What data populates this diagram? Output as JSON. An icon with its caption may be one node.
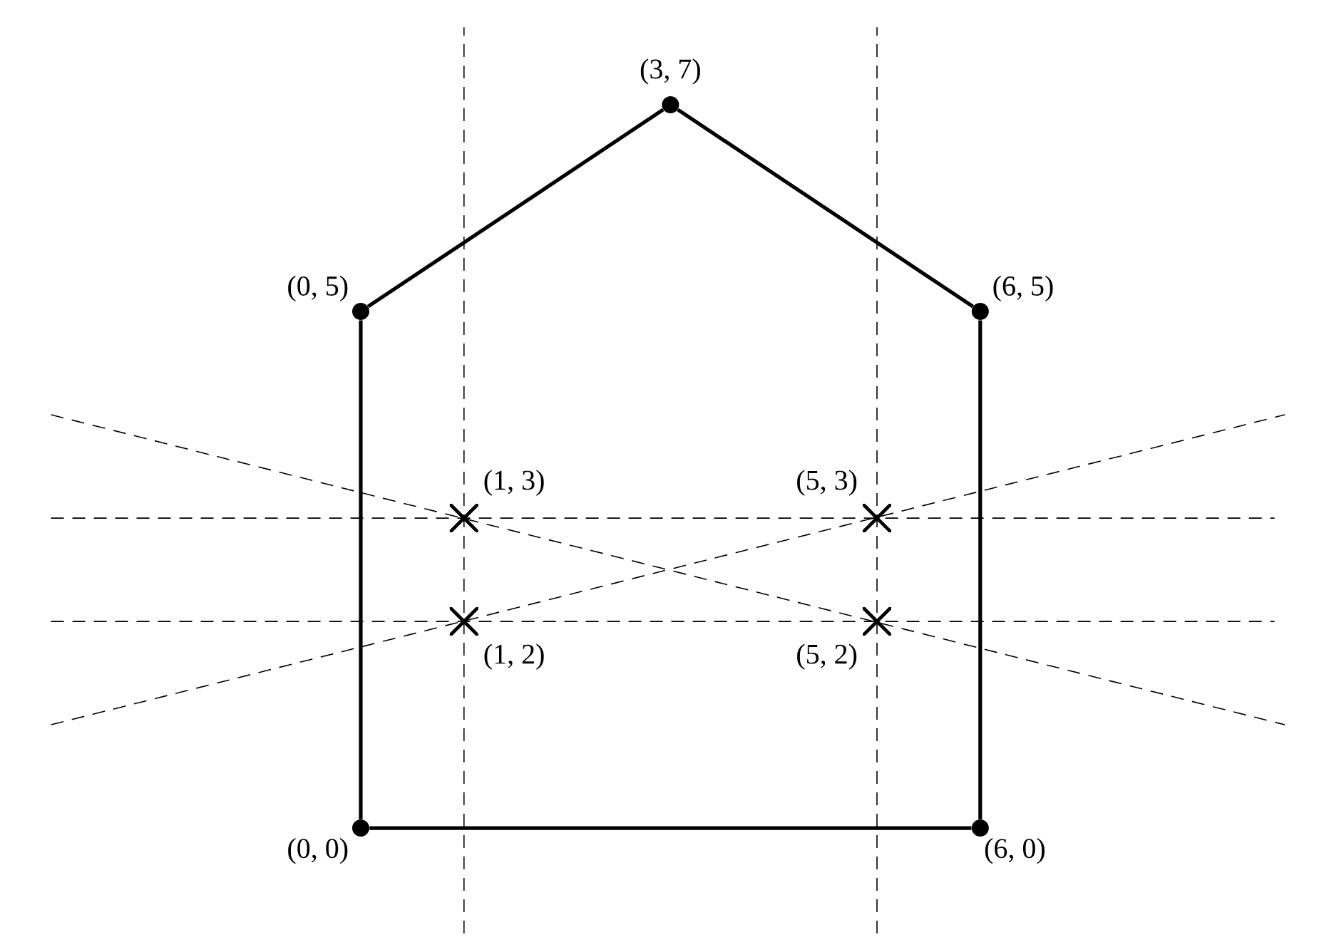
{
  "diagram": {
    "nodes": [
      {
        "text": [],
        "shape": "circle",
        "beside": [
          "(3, 7)"
        ]
      },
      {
        "text": [],
        "shape": "circle",
        "beside": [
          "(0, 5)"
        ]
      },
      {
        "text": [],
        "shape": "circle",
        "beside": [
          "(6, 5)"
        ]
      },
      {
        "text": [],
        "shape": "cross",
        "beside": [
          "(1, 3)"
        ]
      },
      {
        "text": [],
        "shape": "cross",
        "beside": [
          "(5, 3)"
        ]
      },
      {
        "text": [],
        "shape": "cross",
        "beside": [
          "(1, 2)"
        ]
      },
      {
        "text": [],
        "shape": "cross",
        "beside": [
          "(5, 2)"
        ]
      },
      {
        "text": [],
        "shape": "circle",
        "beside": [
          "(0, 0)"
        ]
      },
      {
        "text": [],
        "shape": "circle",
        "beside": [
          "(6, 0)"
        ]
      }
    ],
    "edges": [
      {
        "from": 7,
        "to": 8,
        "arrow": "none"
      },
      {
        "from": 8,
        "to": 2,
        "arrow": "none"
      },
      {
        "from": 2,
        "to": 0,
        "arrow": "none"
      },
      {
        "from": 0,
        "to": 1,
        "arrow": "none"
      },
      {
        "from": 1,
        "to": 7,
        "arrow": "none"
      }
    ]
  }
}
